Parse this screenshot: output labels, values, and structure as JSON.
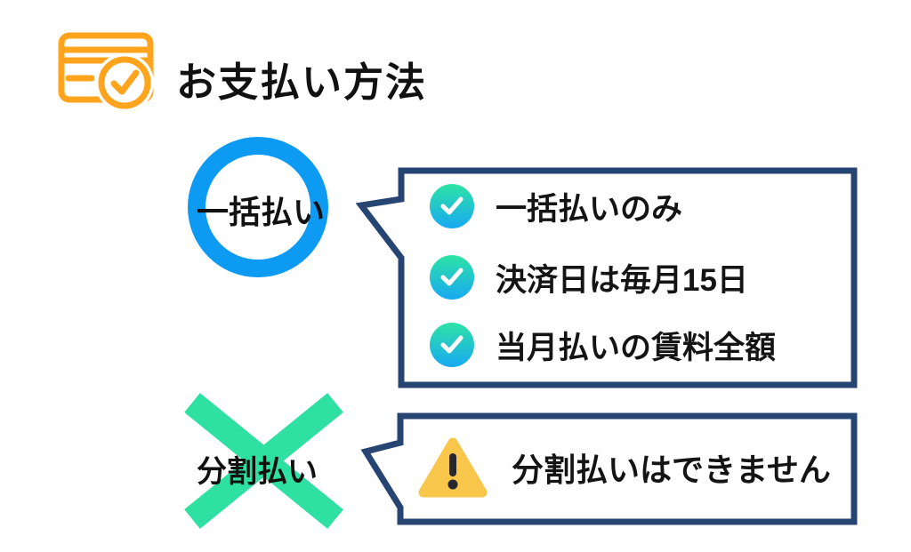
{
  "title": "お支払い方法",
  "colors": {
    "accent_orange": "#ffa41c",
    "circle_blue": "#0d9af2",
    "bubble_border_navy": "#274572",
    "cross_green": "#2ee0a2",
    "check_gradient_top": "#2ee3a5",
    "check_gradient_bottom": "#17a9f2",
    "warning_yellow": "#f7c64a",
    "text": "#111111"
  },
  "lump_sum": {
    "label": "一括払い",
    "mark": "ok-circle"
  },
  "lump_sum_bubble": {
    "items": [
      {
        "icon": "check-circle-icon",
        "text": "一括払いのみ"
      },
      {
        "icon": "check-circle-icon",
        "text": "決済日は毎月15日"
      },
      {
        "icon": "check-circle-icon",
        "text": "当月払いの賃料全額"
      }
    ]
  },
  "installment": {
    "label": "分割払い",
    "mark": "cross-ng"
  },
  "installment_bubble": {
    "icon": "warning-icon",
    "text": "分割払いはできません"
  }
}
